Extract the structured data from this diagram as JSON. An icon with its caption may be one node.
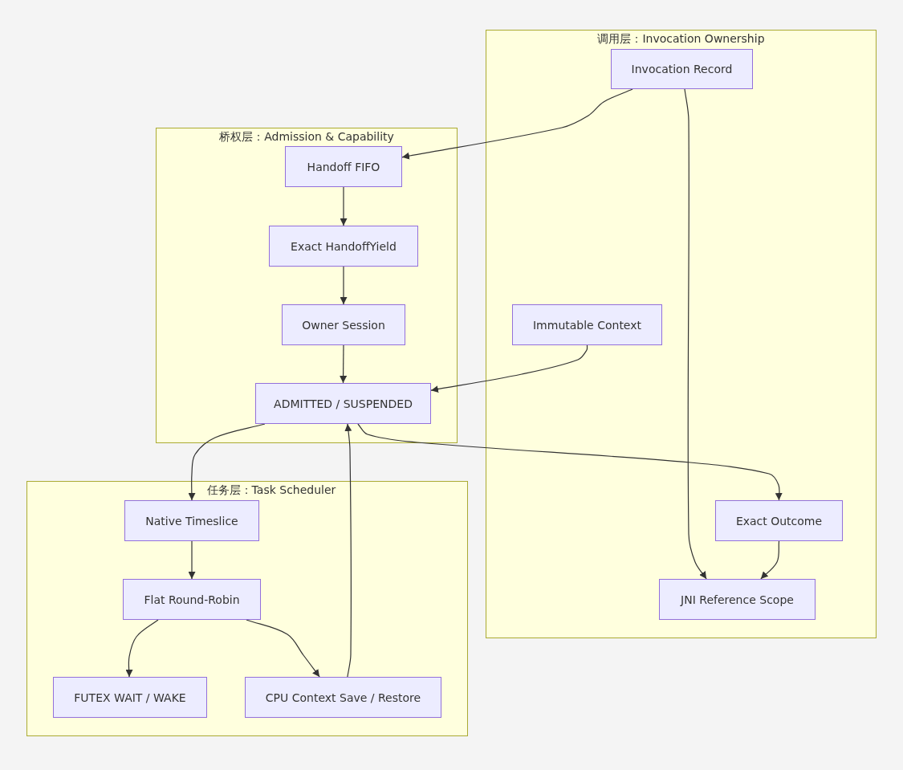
{
  "diagram": {
    "nodes": [
      {
        "text": [
          "调用层：Invocation Ownership"
        ]
      },
      {
        "text": [
          "Invocation Record"
        ],
        "in": 0
      },
      {
        "text": [
          "Immutable Context"
        ],
        "in": 0
      },
      {
        "text": [
          "Exact Outcome"
        ],
        "in": 0
      },
      {
        "text": [
          "JNI Reference Scope"
        ],
        "in": 0
      },
      {
        "text": [
          "桥权层：Admission & Capability"
        ]
      },
      {
        "text": [
          "Handoff FIFO"
        ],
        "in": 5
      },
      {
        "text": [
          "Exact HandoffYield"
        ],
        "in": 5
      },
      {
        "text": [
          "Owner Session"
        ],
        "in": 5
      },
      {
        "text": [
          "ADMITTED / SUSPENDED"
        ],
        "in": 5
      },
      {
        "text": [
          "任务层：Task Scheduler"
        ]
      },
      {
        "text": [
          "Native Timeslice"
        ],
        "in": 10
      },
      {
        "text": [
          "Flat Round-Robin"
        ],
        "in": 10
      },
      {
        "text": [
          "FUTEX WAIT / WAKE"
        ],
        "in": 10
      },
      {
        "text": [
          "CPU Context Save / Restore"
        ],
        "in": 10
      }
    ],
    "edges": [
      {
        "from": 1,
        "to": 6,
        "arrow": "to"
      },
      {
        "from": 6,
        "to": 7,
        "arrow": "to"
      },
      {
        "from": 7,
        "to": 8,
        "arrow": "to"
      },
      {
        "from": 8,
        "to": 9,
        "arrow": "to"
      },
      {
        "from": 2,
        "to": 9,
        "arrow": "to"
      },
      {
        "from": 9,
        "to": 11,
        "arrow": "to"
      },
      {
        "from": 9,
        "to": 3,
        "arrow": "to"
      },
      {
        "from": 1,
        "to": 4,
        "arrow": "to"
      },
      {
        "from": 3,
        "to": 4,
        "arrow": "to"
      },
      {
        "from": 11,
        "to": 12,
        "arrow": "to"
      },
      {
        "from": 12,
        "to": 13,
        "arrow": "to"
      },
      {
        "from": 12,
        "to": 14,
        "arrow": "to"
      },
      {
        "from": 14,
        "to": 9,
        "arrow": "to"
      }
    ]
  }
}
